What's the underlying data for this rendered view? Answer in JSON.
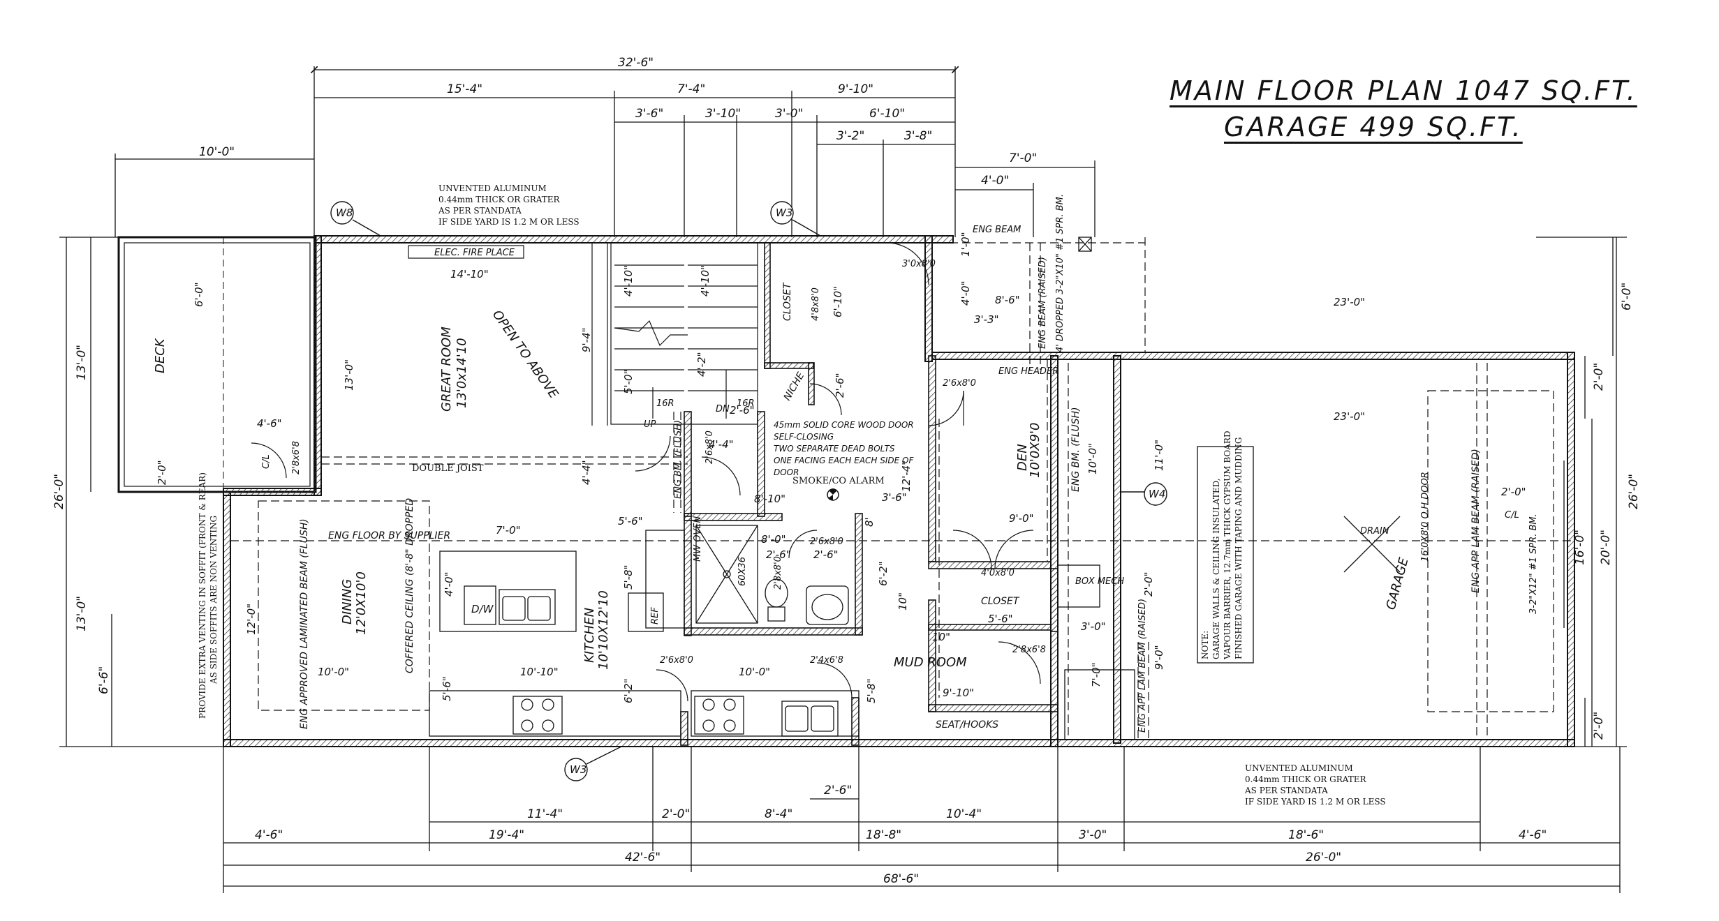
{
  "titles": {
    "main_floor": "MAIN FLOOR PLAN 1047 SQ.FT.",
    "garage": "GARAGE 499 SQ.FT."
  },
  "top_dims": {
    "overall": "32'-6\"",
    "left": "15'-4\"",
    "mid": "7'-4\"",
    "right": "9'-10\"",
    "a": "3'-6\"",
    "b": "3'-10\"",
    "c": "3'-0\"",
    "d": "6'-10\"",
    "e": "3'-2\"",
    "f": "3'-8\"",
    "deck_w": "10'-0\"",
    "g": "7'-0\"",
    "h": "4'-0\""
  },
  "bottom_dims": {
    "a": "11'-4\"",
    "b": "2'-0\"",
    "c": "8'-4\"",
    "d": "10'-4\"",
    "e": "2'-6\"",
    "f": "4'-6\"",
    "g": "19'-4\"",
    "h": "18'-8\"",
    "i": "3'-0\"",
    "j": "18'-6\"",
    "k": "4'-6\"",
    "l": "42'-6\"",
    "m": "26'-0\"",
    "overall": "68'-6\""
  },
  "side_dims": {
    "left_overall": "26'-0\"",
    "left_top": "13'-0\"",
    "left_bottom": "13'-0\"",
    "left_low": "6'-6\"",
    "right_overall": "26'-0\"",
    "right_a": "20'-0\"",
    "right_b": "16'-0\"",
    "right_c": "6'-0\"",
    "right_d": "2'-0\"",
    "right_e": "2'-0\""
  },
  "rooms": {
    "deck": "DECK",
    "great_room": "GREAT ROOM",
    "great_room_size": "13'0x14'10",
    "open_to_above": "OPEN TO ABOVE",
    "dining": "DINING",
    "dining_size": "12'0X10'0",
    "kitchen": "KITCHEN",
    "kitchen_size": "10'10X12'10",
    "den": "DEN",
    "den_size": "10'0X9'0",
    "mud_room": "MUD ROOM",
    "garage": "GARAGE",
    "closet": "CLOSET",
    "closet_v": "CLOSET",
    "niche": "NICHE",
    "box_mech": "BOX MECH",
    "seat_hooks": "SEAT/HOOKS"
  },
  "labels": {
    "elec_fireplace": "ELEC. FIRE PLACE",
    "double_joist": "DOUBLE JOIST",
    "eng_beam": "ENG BEAM",
    "eng_header": "ENG HEADER",
    "eng_floor": "ENG FLOOR BY SUPPLIER",
    "lam_beam": "ENG APPROVED LAMINATED BEAM (FLUSH)",
    "coffered": "COFFERED CEILING (8'-8\" DROPPED",
    "smoke": "SMOKE/CO ALARM",
    "drain": "DRAIN",
    "dw": "D/W",
    "ref": "REF",
    "mw_oven": "MW OVEN",
    "shower": "60X36",
    "up": "UP",
    "dn": "DN",
    "r16a": "16R",
    "r16b": "16R",
    "cl": "C/L",
    "cl2": "C/L",
    "overhead_door": "16'0X8'0 O.H DOOR",
    "garage_beam": "ENG APP LAM BEAM (RAISED)",
    "spr_bm": "3-2\"X12\" #1 SPR. BM.",
    "mud_beam": "ENG APP LAM BEAM (RAISED)",
    "den_beam": "ENG BM. (FLUSH)",
    "raised_beam": "ENG BEAM (RAISED)",
    "dropped_beam": "4' DROPPED 3-2\"X10\" #1 SPR. BM.",
    "flush_small": "ENG BM. (FLUSH)"
  },
  "windows": {
    "w8": "W8",
    "w3_top": "W3",
    "w3_bottom": "W3",
    "w4": "W4"
  },
  "doors": {
    "d_3_0x8_0": "3'0x8'0",
    "d_2_6x8_0": "2'6x8'0",
    "d_2_8x6_8a": "2'8x6'8",
    "d_4_8x8_0": "4'8x8'0",
    "d_2_6x8_0_b": "2'6x8'0",
    "d_4_0x8_0": "4'0x8'0",
    "d_2_6x8_0_c": "2'6x8'0",
    "d_2_4x6_8": "2'4x6'8",
    "d_2_8x6_8b": "2'8x6'8",
    "d_2_6x8_0_d": "2'6x8'0",
    "d_2_8x8_0": "2'8x8'0"
  },
  "notes": {
    "vent_top": [
      "UNVENTED ALUMINUM",
      "0.44mm THICK OR GRATER",
      "AS PER STANDATA",
      "IF SIDE YARD IS 1.2 M OR LESS"
    ],
    "vent_bottom": [
      "UNVENTED ALUMINUM",
      "0.44mm THICK OR GRATER",
      "AS PER STANDATA",
      "IF SIDE YARD IS 1.2 M OR LESS"
    ],
    "door_note": [
      "45mm SOLID CORE WOOD DOOR",
      "SELF-CLOSING",
      "TWO SEPARATE DEAD BOLTS",
      "ONE FACING EACH EACH SIDE OF",
      "DOOR"
    ],
    "garage_note": [
      "NOTE:",
      "GARAGE WALLS & CEILING INSULATED,",
      "VAPOUR BARRIER, 12.7mm THICK GYPSUM BOARD",
      "FINISHED GARAGE WITH TAPING AND MUDDING"
    ],
    "soffit_note": [
      "PROVIDE EXTRA VENTING IN SOFFIT (FRONT & REAR)",
      "AS SIDE SOFFITS ARE NON VENTING"
    ]
  },
  "interior_dims": {
    "gr_w": "14'-10\"",
    "deck_h": "6'-0\"",
    "deck_side": "13'-0\"",
    "deck_low": "2'-0\"",
    "gr_h": "13'-0\"",
    "stair_a": "4'-10\"",
    "stair_b": "4'-10\"",
    "stair_c": "9'-4\"",
    "stair_d": "5'-0\"",
    "stair_e": "4'-2\"",
    "landing": "4'-6\"",
    "closet_h": "6'-10\"",
    "niche_a": "2'-6\"",
    "niche_b": "2'-6\"",
    "hall_a": "4'-4\"",
    "hall_b": "4'-4\"",
    "hall_c": "8'-10\"",
    "hall_d": "3'-6\"",
    "hall_e": "12'-4\"",
    "stair_top": "8'-6\"",
    "stair_top2": "3'-3\"",
    "top_small": "1'-0\"",
    "top_small2": "4'-0\"",
    "dining_w": "7'-0\"",
    "dining_h": "12'-0\"",
    "dining_low": "10'-0\"",
    "kitchen_w": "10'-10\"",
    "kitchen_side": "4'-0\"",
    "kitchen_h": "5'-8\"",
    "kitchen_low": "5'-6\"",
    "kitchen_low2": "5'-6\"",
    "kitchen_b": "6'-2\"",
    "pantry_w": "10'-0\"",
    "pantry_h": "5'-8\"",
    "bath_a": "8'-0\"",
    "bath_b": "2'-6\"",
    "bath_c": "2'-6\"",
    "bath_d": "6'-2\"",
    "bath_e": "8'",
    "den_w": "9'-0\"",
    "den_h": "10'-0\"",
    "den_s": "10\"",
    "den_s2": "10\"",
    "closet_w": "5'-6\"",
    "mud_w": "9'-10\"",
    "mud_side": "3'-0\"",
    "mud_h": "7'-0\"",
    "mud_h2": "9'-0\"",
    "mech": "2'-0\"",
    "gar_w": "23'-0\"",
    "gar_w2": "23'-0\"",
    "gar_side": "11'-0\"",
    "gar_cl": "2'-0\""
  }
}
